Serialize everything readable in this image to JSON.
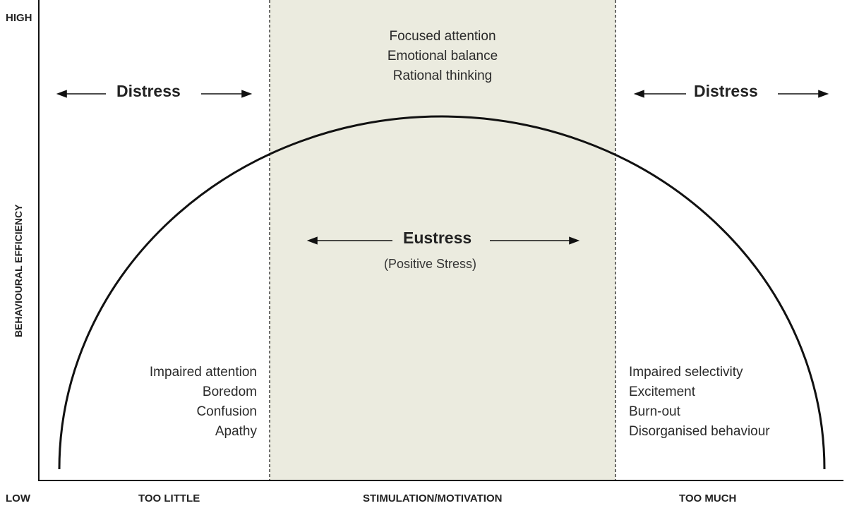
{
  "axes": {
    "y_top_label": "HIGH",
    "origin_label": "LOW",
    "y_label": "BEHAVIOURAL EFFICIENCY",
    "x_left_label": "TOO LITTLE",
    "x_center_label": "STIMULATION/MOTIVATION",
    "x_right_label": "TOO MUCH"
  },
  "zones": {
    "left": {
      "title": "Distress",
      "items": [
        "Impaired attention",
        "Boredom",
        "Confusion",
        "Apathy"
      ]
    },
    "center": {
      "title": "Eustress",
      "subtitle": "(Positive Stress)",
      "items": [
        "Focused attention",
        "Emotional balance",
        "Rational thinking"
      ]
    },
    "right": {
      "title": "Distress",
      "items": [
        "Impaired selectivity",
        "Excitement",
        "Burn-out",
        "Disorganised behaviour"
      ]
    }
  },
  "colors": {
    "eustress_band": "#ebebdf",
    "stroke": "#111111"
  }
}
